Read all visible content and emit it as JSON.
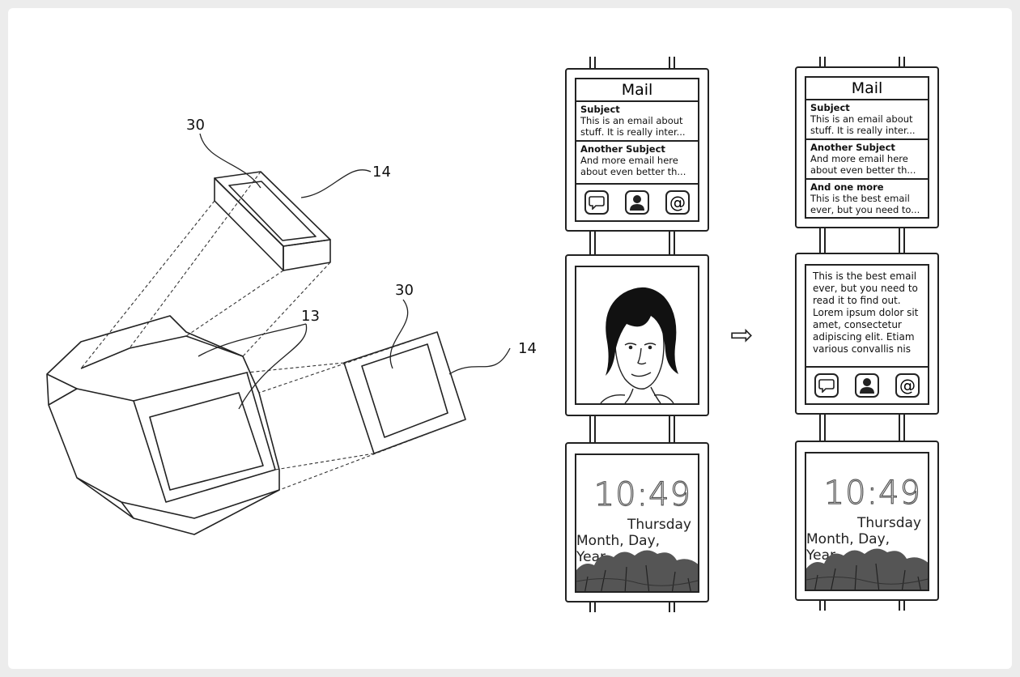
{
  "labels": {
    "screen_a": "30",
    "band_a": "14",
    "device": "13",
    "screen_b": "30",
    "band_b": "14"
  },
  "mail": {
    "title": "Mail",
    "items": [
      {
        "subject": "Subject",
        "body_1": "This is an email about",
        "body_2": "stuff. It is really inter..."
      },
      {
        "subject": "Another Subject",
        "body_1": "And more email here",
        "body_2": "about even better th..."
      },
      {
        "subject": "And one more",
        "body_1": "This is the best email",
        "body_2": "ever, but you need to..."
      }
    ],
    "icons": [
      "speech-bubble-icon",
      "person-icon",
      "at-sign-icon"
    ],
    "at_glyph": "@"
  },
  "message": {
    "lines": [
      "This is the best email",
      "ever, but you need to",
      "read it to find out.",
      "Lorem ipsum dolor sit",
      "amet, consectetur",
      "adipiscing elit. Etiam",
      "various convallis nis"
    ]
  },
  "clock": {
    "time": "10:49",
    "day": "Thursday",
    "date": "Month, Day, Year"
  },
  "arrow_glyph": "⇨"
}
